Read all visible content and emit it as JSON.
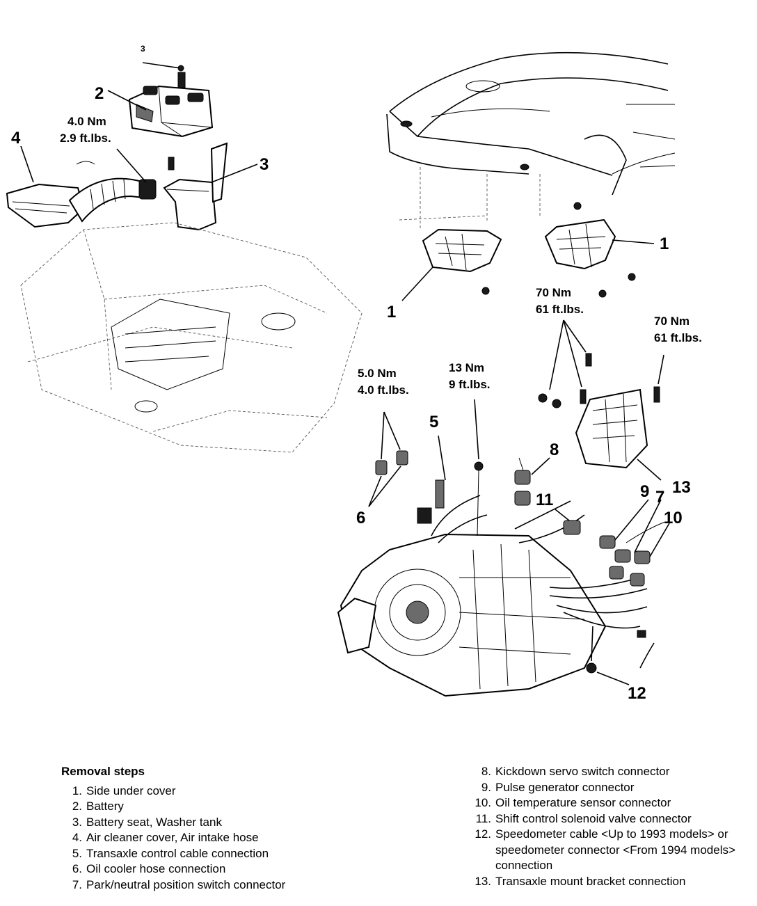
{
  "callouts": {
    "c1a": "1",
    "c1b": "1",
    "c2": "2",
    "c3": "3",
    "c3small": "3",
    "c4": "4",
    "c5": "5",
    "c6": "6",
    "c7": "7",
    "c8": "8",
    "c9": "9",
    "c10": "10",
    "c11": "11",
    "c12": "12",
    "c13": "13"
  },
  "torques": {
    "t_air_nm": "4.0 Nm",
    "t_air_ft": "2.9 ft.lbs.",
    "t_mount_nm": "70 Nm",
    "t_mount_ft": "61 ft.lbs.",
    "t_bracket_nm": "70 Nm",
    "t_bracket_ft": "61 ft.lbs.",
    "t_oil_nm": "5.0 Nm",
    "t_oil_ft": "4.0 ft.lbs.",
    "t_cable_nm": "13 Nm",
    "t_cable_ft": "9 ft.lbs."
  },
  "legend": {
    "heading": "Removal steps",
    "left": [
      {
        "num": "1.",
        "text": "Side under cover"
      },
      {
        "num": "2.",
        "text": "Battery"
      },
      {
        "num": "3.",
        "text": "Battery seat, Washer tank"
      },
      {
        "num": "4.",
        "text": "Air cleaner cover, Air intake hose"
      },
      {
        "num": "5.",
        "text": "Transaxle control cable connection"
      },
      {
        "num": "6.",
        "text": "Oil cooler hose connection"
      },
      {
        "num": "7.",
        "text": "Park/neutral position switch connector"
      }
    ],
    "right": [
      {
        "num": "8.",
        "text": "Kickdown servo switch connector"
      },
      {
        "num": "9.",
        "text": "Pulse generator connector"
      },
      {
        "num": "10.",
        "text": "Oil temperature sensor connector"
      },
      {
        "num": "11.",
        "text": "Shift control solenoid valve connector"
      },
      {
        "num": "12.",
        "text": "Speedometer cable <Up to 1993 models> or speedometer connector <From 1994 models> connection"
      },
      {
        "num": "13.",
        "text": "Transaxle mount bracket connection"
      }
    ]
  }
}
